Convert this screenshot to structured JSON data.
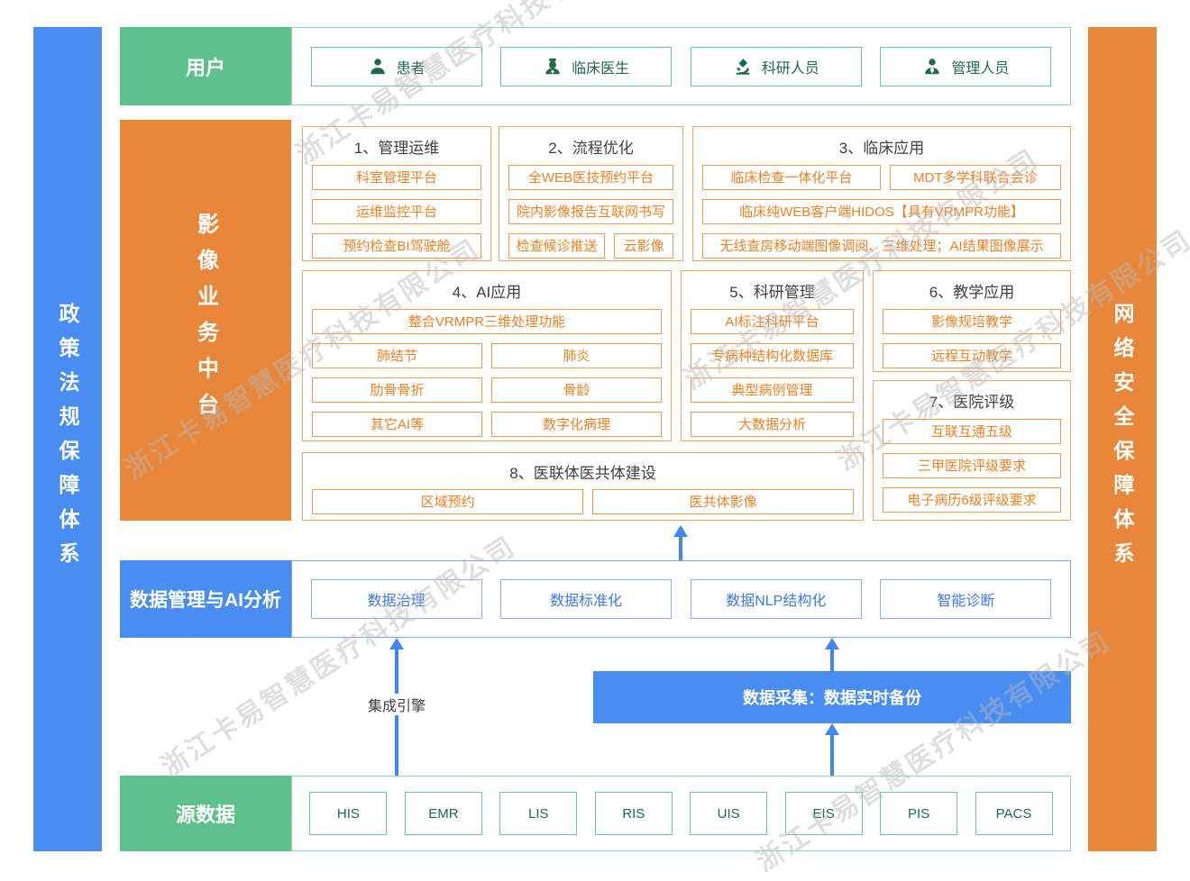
{
  "watermark": "浙江卡易智慧医疗科技有限公司",
  "colors": {
    "green": "#5ec08c",
    "orange": "#e8873a",
    "blue": "#4a8df2",
    "orange_text": "#f08021",
    "green_text": "#1e6b46",
    "blue_text": "#3b79ea"
  },
  "side_bars": {
    "left": {
      "label": "政策法规保障体系"
    },
    "right": {
      "label": "网络安全保障体系"
    }
  },
  "users": {
    "label": "用户",
    "items": [
      {
        "label": "患者",
        "icon": "patient-icon"
      },
      {
        "label": "临床医生",
        "icon": "doctor-icon"
      },
      {
        "label": "科研人员",
        "icon": "microscope-icon"
      },
      {
        "label": "管理人员",
        "icon": "manager-icon"
      }
    ]
  },
  "imaging": {
    "label": "影像业务中台",
    "sections": [
      {
        "title": "1、管理运维",
        "items": [
          "科室管理平台",
          "运维监控平台",
          "预约检查BI驾驶舱"
        ]
      },
      {
        "title": "2、流程优化",
        "items": [
          "全WEB医技预约平台",
          "院内影像报告互联网书写",
          "检查候诊推送",
          "云影像"
        ]
      },
      {
        "title": "3、临床应用",
        "items": [
          "临床检查一体化平台",
          "MDT多学科联合会诊",
          "临床纯WEB客户端HIDOS【具有VRMPR功能】",
          "无线查房移动端图像调阅、三维处理；AI结果图像展示"
        ]
      },
      {
        "title": "4、AI应用",
        "items": [
          "整合VRMPR三维处理功能",
          "肺结节",
          "肺炎",
          "肋骨骨折",
          "骨龄",
          "其它AI等",
          "数字化病理"
        ]
      },
      {
        "title": "5、科研管理",
        "items": [
          "AI标注科研平台",
          "专病种结构化数据库",
          "典型病例管理",
          "大数据分析"
        ]
      },
      {
        "title": "6、教学应用",
        "items": [
          "影像规培教学",
          "远程互动教学"
        ]
      },
      {
        "title": "7、医院评级",
        "items": [
          "互联互通五级",
          "三甲医院评级要求",
          "电子病历6级评级要求"
        ]
      },
      {
        "title": "8、医联体医共体建设",
        "items": [
          "区域预约",
          "医共体影像"
        ]
      }
    ]
  },
  "data_mgmt": {
    "label": "数据管理与AI分析",
    "items": [
      "数据治理",
      "数据标准化",
      "数据NLP结构化",
      "智能诊断"
    ]
  },
  "middle": {
    "integration_label": "集成引擎",
    "collection_label": "数据采集：数据实时备份"
  },
  "source": {
    "label": "源数据",
    "items": [
      "HIS",
      "EMR",
      "LIS",
      "RIS",
      "UIS",
      "EIS",
      "PIS",
      "PACS"
    ]
  }
}
